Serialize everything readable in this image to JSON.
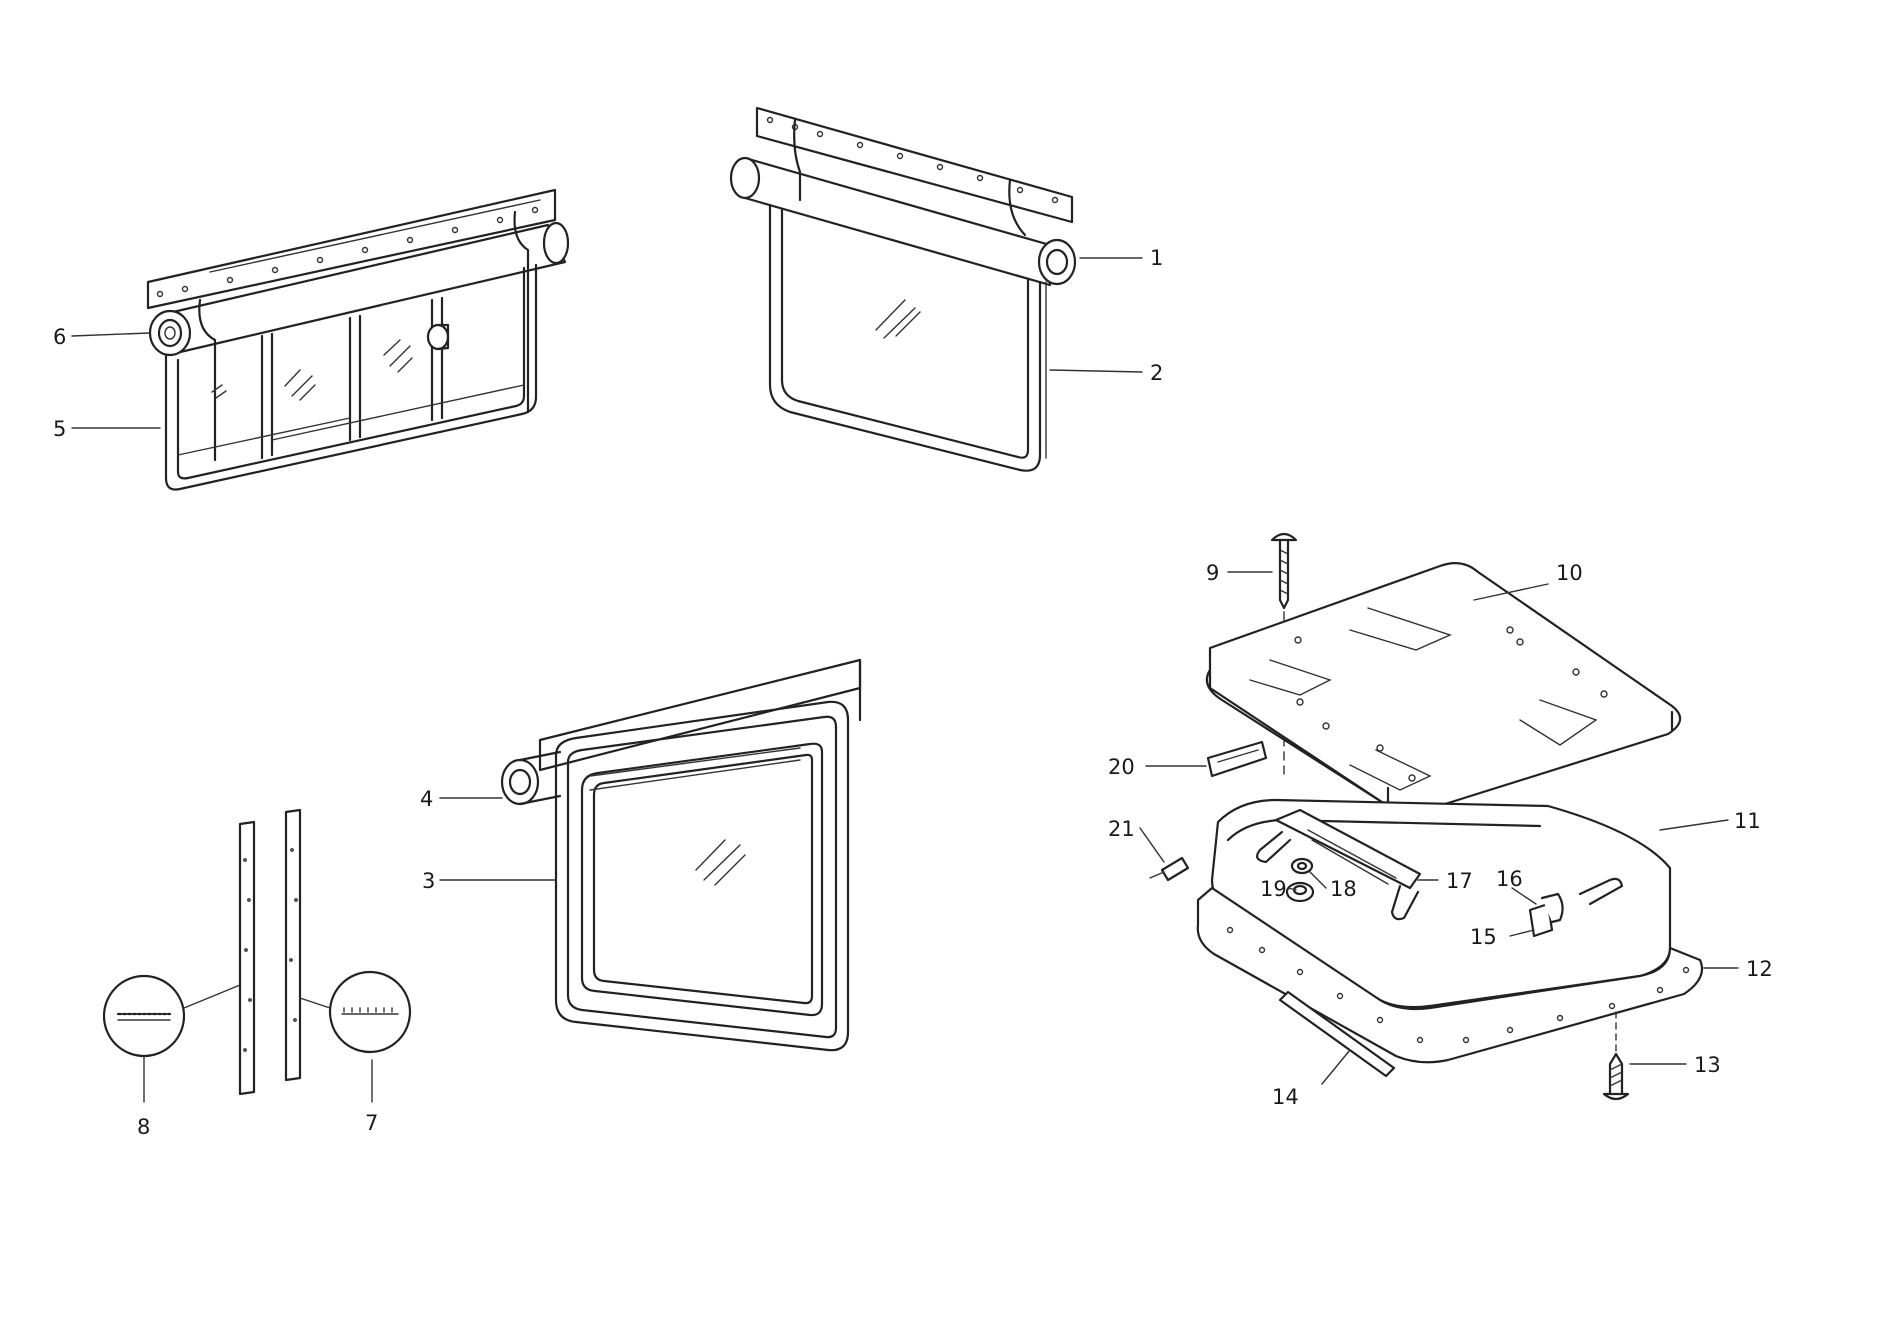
{
  "figure": {
    "callouts": [
      {
        "id": "callout-1",
        "label": "1"
      },
      {
        "id": "callout-2",
        "label": "2"
      },
      {
        "id": "callout-3",
        "label": "3"
      },
      {
        "id": "callout-4",
        "label": "4"
      },
      {
        "id": "callout-5",
        "label": "5"
      },
      {
        "id": "callout-6",
        "label": "6"
      },
      {
        "id": "callout-7",
        "label": "7"
      },
      {
        "id": "callout-8",
        "label": "8"
      },
      {
        "id": "callout-9",
        "label": "9"
      },
      {
        "id": "callout-10",
        "label": "10"
      },
      {
        "id": "callout-11",
        "label": "11"
      },
      {
        "id": "callout-12",
        "label": "12"
      },
      {
        "id": "callout-13",
        "label": "13"
      },
      {
        "id": "callout-14",
        "label": "14"
      },
      {
        "id": "callout-15",
        "label": "15"
      },
      {
        "id": "callout-16",
        "label": "16"
      },
      {
        "id": "callout-17",
        "label": "17"
      },
      {
        "id": "callout-18",
        "label": "18"
      },
      {
        "id": "callout-19",
        "label": "19"
      },
      {
        "id": "callout-20",
        "label": "20"
      },
      {
        "id": "callout-21",
        "label": "21"
      }
    ]
  }
}
